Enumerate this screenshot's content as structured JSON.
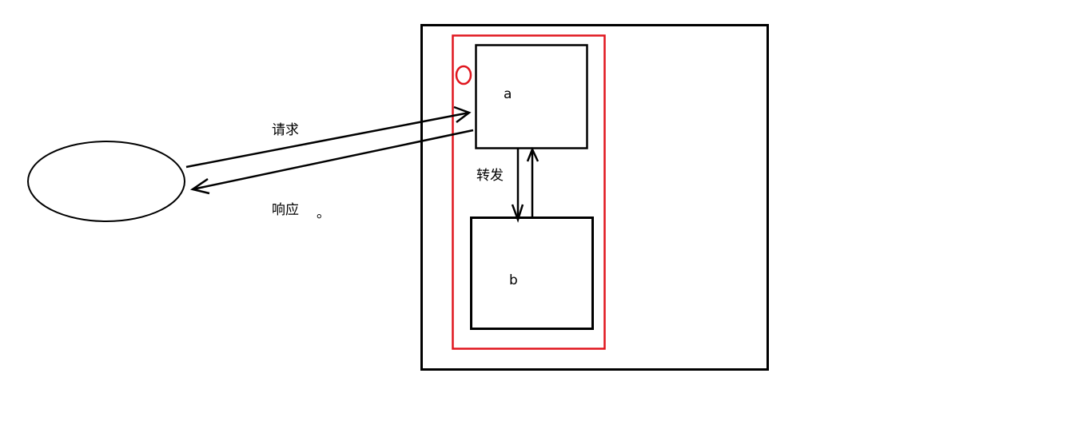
{
  "labels": {
    "request": "请求",
    "response": "响应",
    "response_period": "。",
    "forward": "转发",
    "box_a": "a",
    "box_b": "b"
  },
  "colors": {
    "line": "#000000",
    "highlight": "#e0161e",
    "background": "#ffffff"
  }
}
